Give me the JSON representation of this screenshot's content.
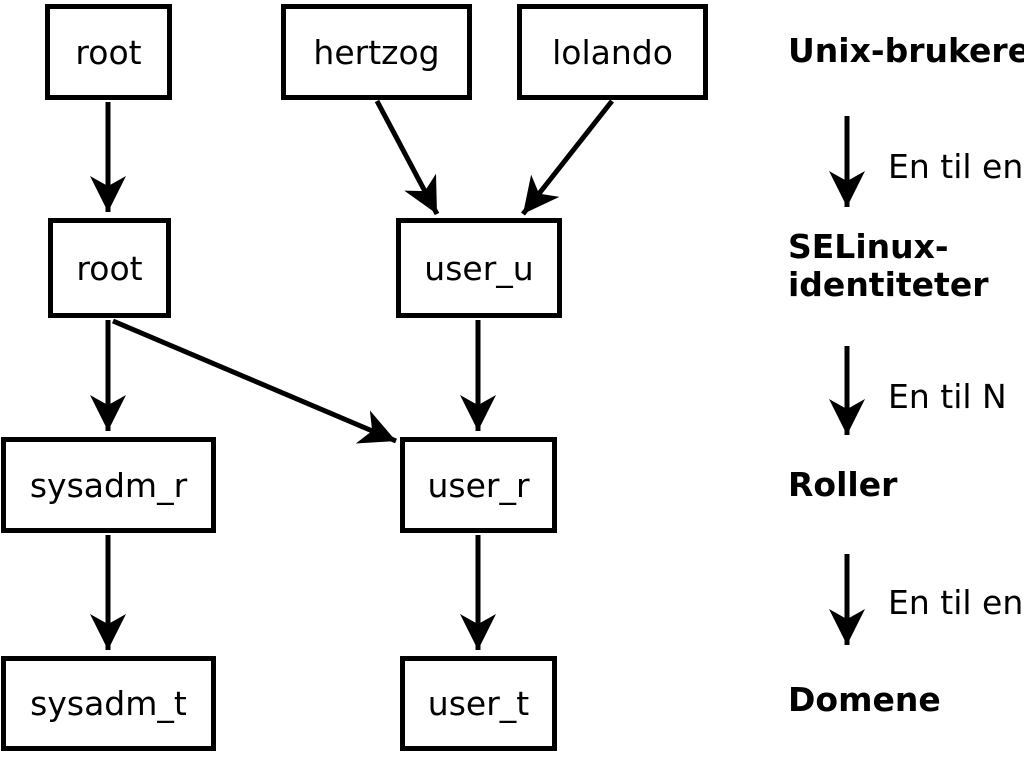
{
  "diagram": {
    "colors": {
      "foreground": "#000000",
      "background": "#ffffff"
    },
    "nodes": {
      "root_unix": {
        "label": "root"
      },
      "hertzog": {
        "label": "hertzog"
      },
      "lolando": {
        "label": "lolando"
      },
      "root_selinux": {
        "label": "root"
      },
      "user_u": {
        "label": "user_u"
      },
      "sysadm_r": {
        "label": "sysadm_r"
      },
      "user_r": {
        "label": "user_r"
      },
      "sysadm_t": {
        "label": "sysadm_t"
      },
      "user_t": {
        "label": "user_t"
      }
    },
    "edges": [
      {
        "from": "root_unix",
        "to": "root_selinux"
      },
      {
        "from": "hertzog",
        "to": "user_u"
      },
      {
        "from": "lolando",
        "to": "user_u"
      },
      {
        "from": "root_selinux",
        "to": "sysadm_r"
      },
      {
        "from": "root_selinux",
        "to": "user_r"
      },
      {
        "from": "user_u",
        "to": "user_r"
      },
      {
        "from": "sysadm_r",
        "to": "sysadm_t"
      },
      {
        "from": "user_r",
        "to": "user_t"
      }
    ],
    "legend": {
      "level1": "Unix-brukere",
      "arrow1_label": "En til en",
      "level2_line1": "SELinux-",
      "level2_line2": "identiteter",
      "arrow2_label": "En til N",
      "level3": "Roller",
      "arrow3_label": "En til en",
      "level4": "Domene"
    }
  }
}
